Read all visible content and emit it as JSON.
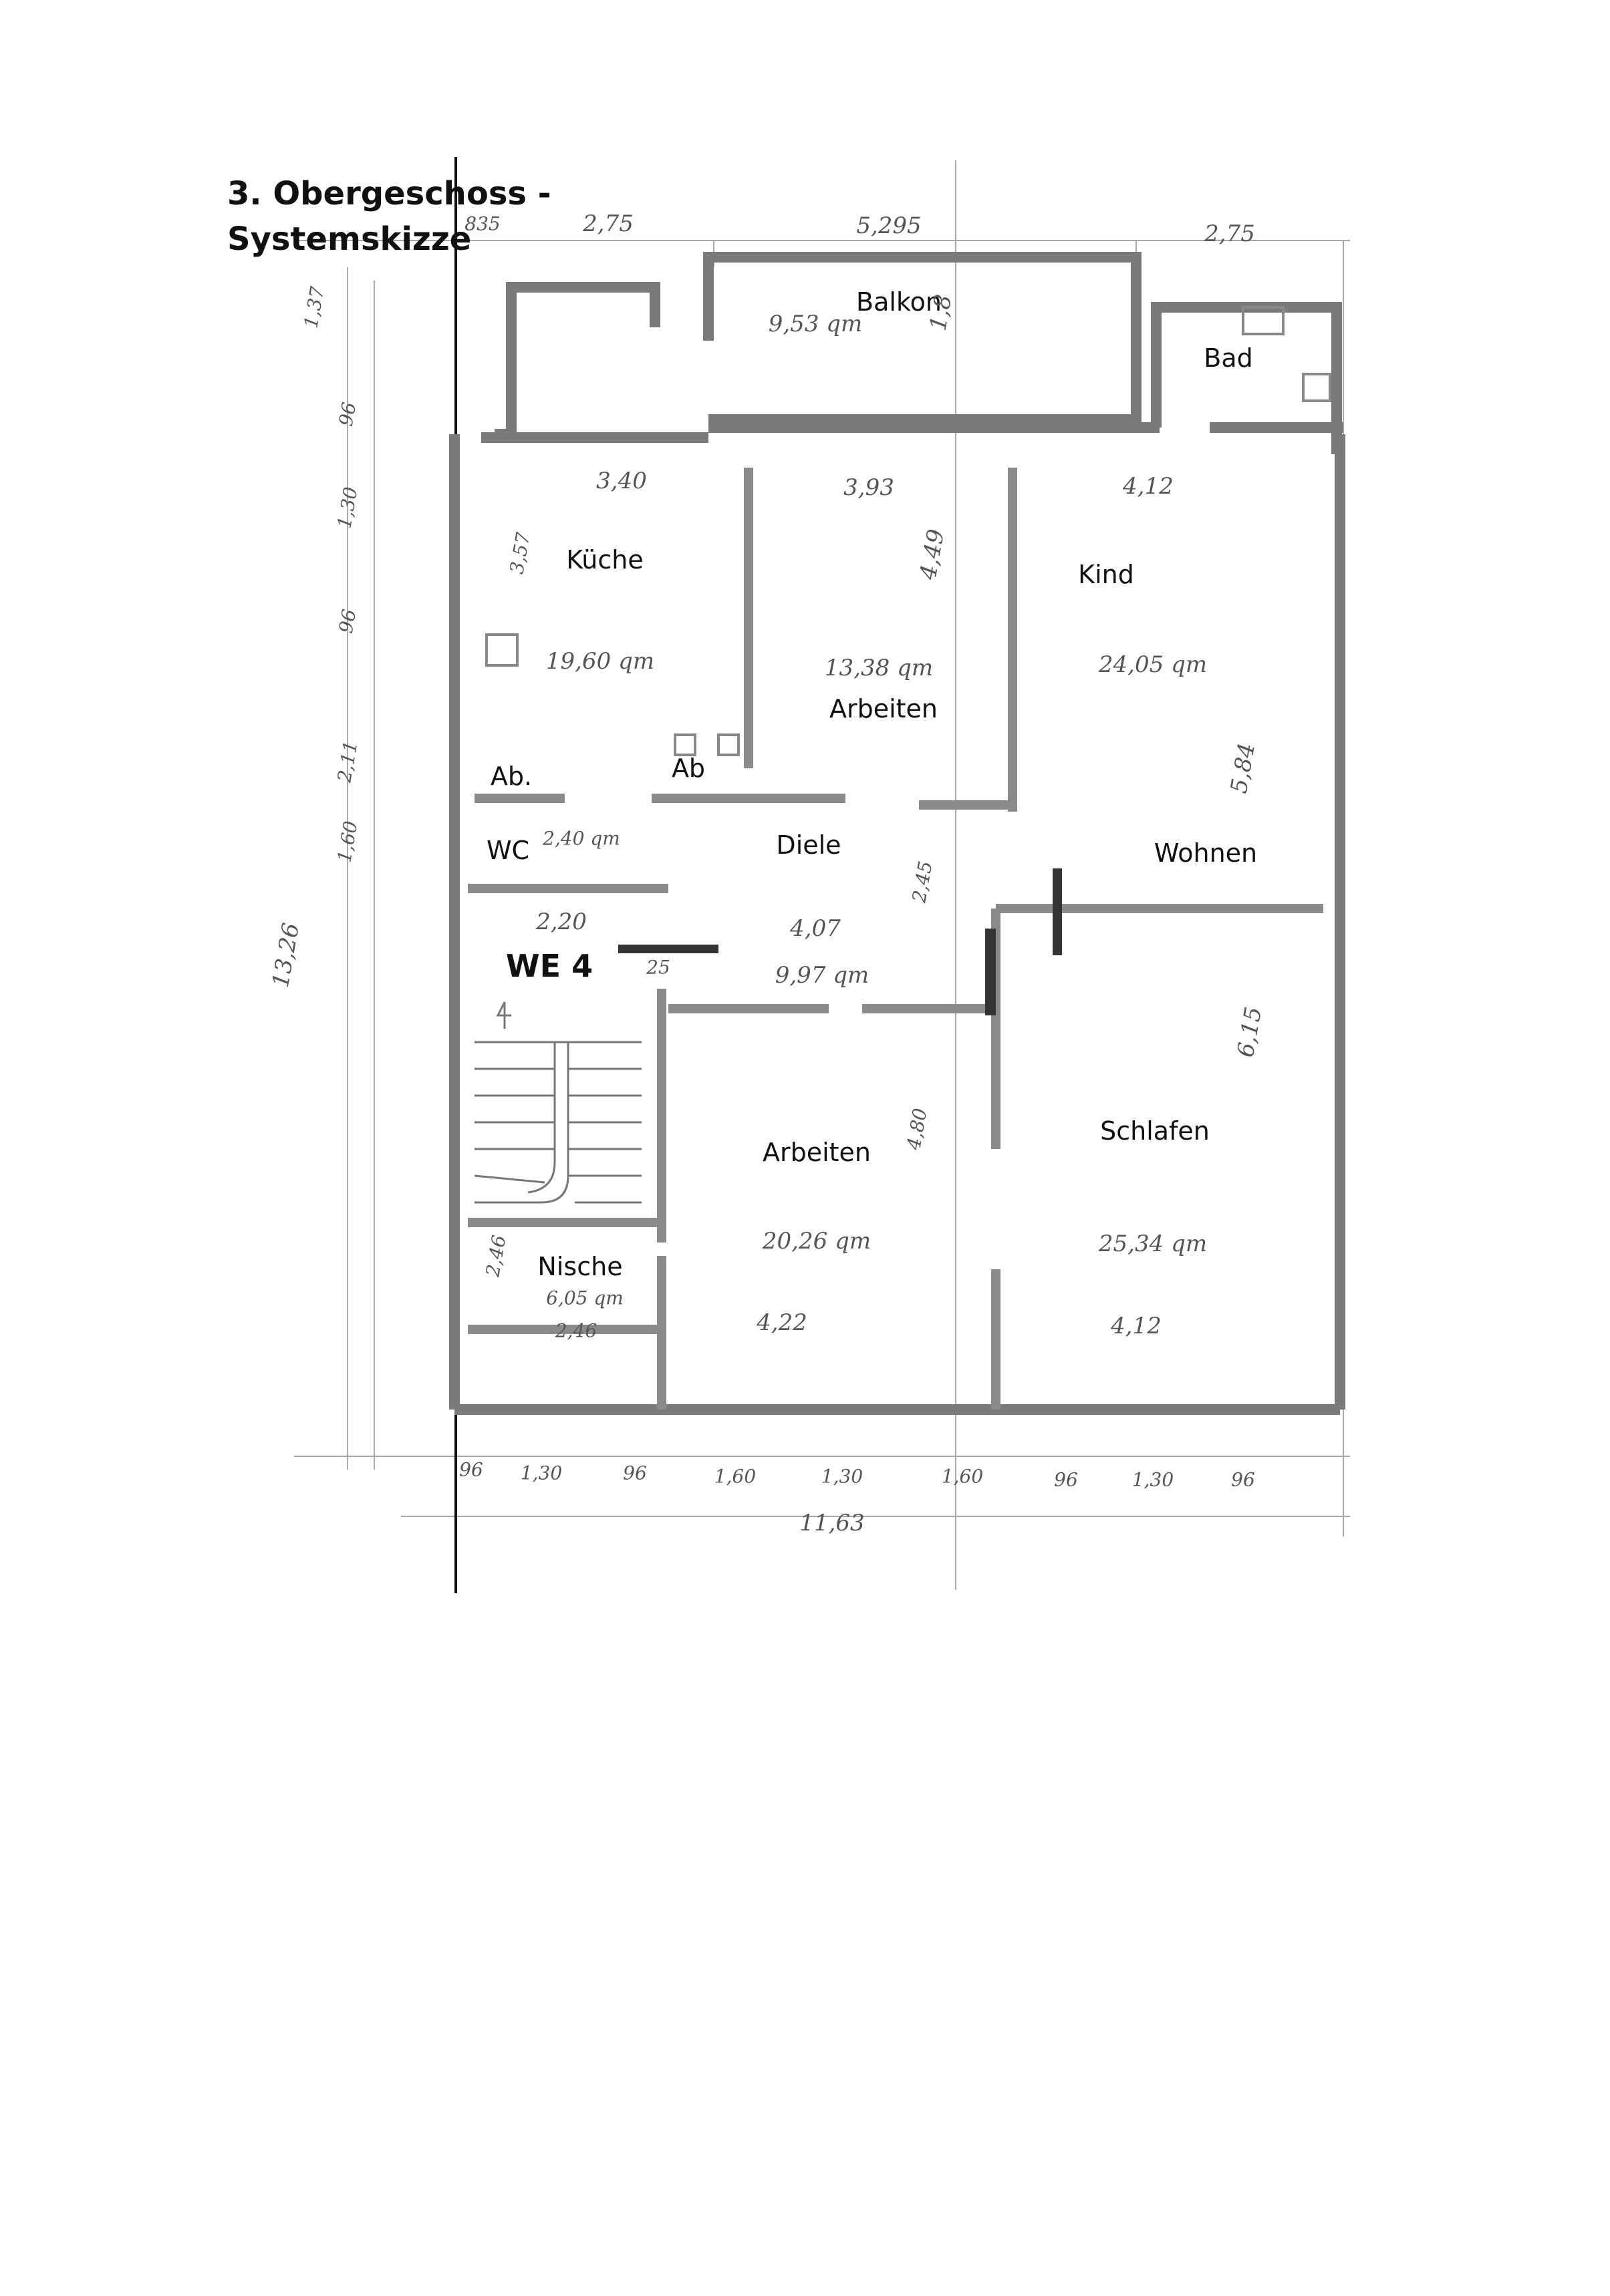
{
  "title": {
    "line1": "3. Obergeschoss -",
    "line2": "Systemskizze"
  },
  "apartment_label": "WE 4",
  "rooms": {
    "balkon": "Balkon",
    "bad": "Bad",
    "kueche": "Küche",
    "kind": "Kind",
    "arbeiten_top": "Arbeiten",
    "ab_left": "Ab.",
    "ab_right": "Ab",
    "wc": "WC",
    "diele": "Diele",
    "wohnen": "Wohnen",
    "arbeiten_bottom": "Arbeiten",
    "schlafen": "Schlafen",
    "nische": "Nische"
  },
  "handwritten": {
    "top_275_left": "2,75",
    "top_5295": "5,295",
    "top_275_right": "2,75",
    "top_835": "835",
    "balkon_area": "9,53 qm",
    "balkon_depth": "1,8",
    "kueche_width": "3,40",
    "arbeiten_width": "3,93",
    "kind_width": "4,12",
    "kueche_area": "19,60 qm",
    "arbeiten_area": "13,38 qm",
    "kind_area": "24,05 qm",
    "arbeiten_depth": "4,49",
    "kueche_depth": "3,57",
    "kind_depth": "5,84",
    "wc_area": "2,40 qm",
    "diele_width": "2,20",
    "diele_length": "4,07",
    "diele_area": "9,97 qm",
    "diele_depth": "2,45",
    "schlafen_depth": "6,15",
    "arbeiten_b_depth": "4,80",
    "arbeiten_b_area": "20,26 qm",
    "schlafen_area": "25,34 qm",
    "nische_area": "6,05 qm",
    "nische_width": "2,46",
    "nische_depth": "2,46",
    "bottom_422": "4,22",
    "bottom_412": "4,12",
    "bottom_dims": [
      "96",
      "1,30",
      "96",
      "1,60",
      "1,30",
      "1,60",
      "96",
      "1,30",
      "96"
    ],
    "total_width": "11,63",
    "left_total": "13,26",
    "left_dims": [
      "1,37",
      "96",
      "1,30",
      "96",
      "2,11",
      "1,60"
    ],
    "wall_25": "25"
  },
  "colors": {
    "wall": "#8a8a8a",
    "wall_dark": "#5a5a5a",
    "pencil": "#9a9a9a",
    "accent_bar": "#333333"
  }
}
